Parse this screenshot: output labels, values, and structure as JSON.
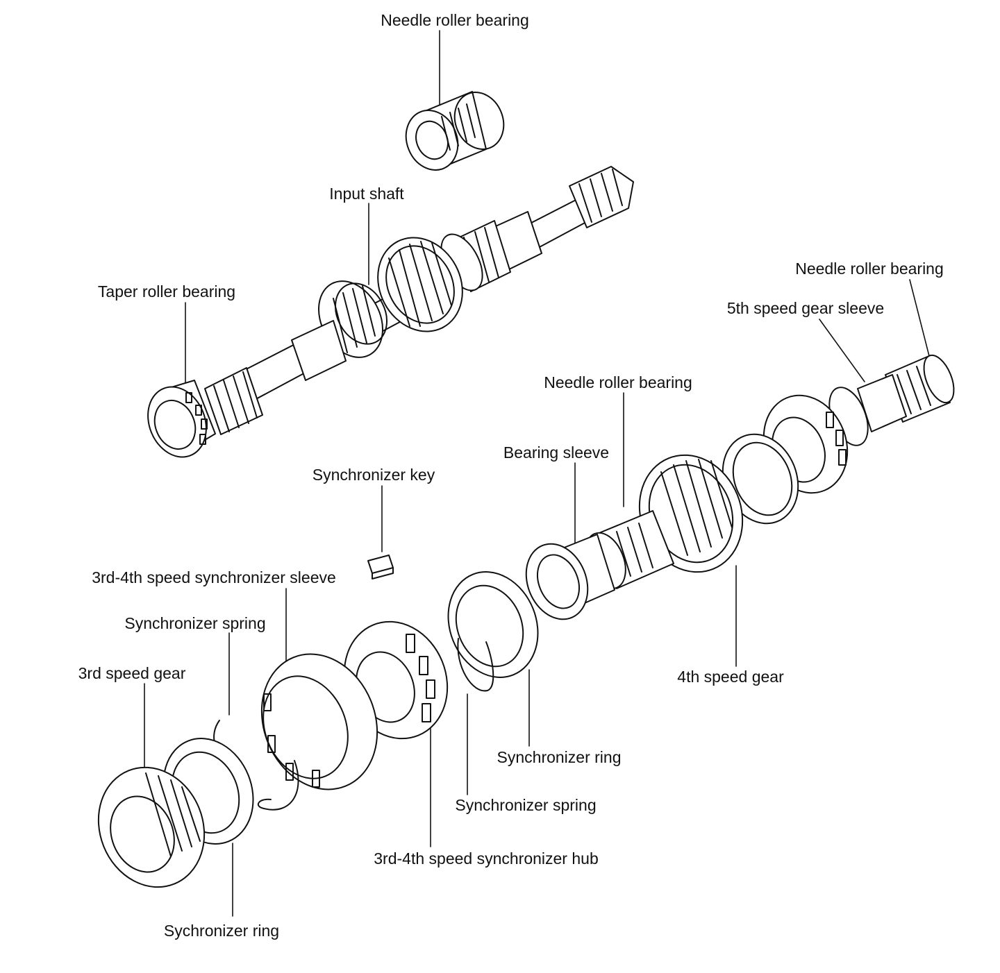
{
  "labels": {
    "needle_bearing_top": "Needle roller bearing",
    "input_shaft": "Input shaft",
    "taper_roller_bearing": "Taper roller bearing",
    "needle_bearing_right": "Needle roller bearing",
    "fifth_gear_sleeve": "5th speed gear sleeve",
    "needle_bearing_mid": "Needle roller bearing",
    "bearing_sleeve": "Bearing sleeve",
    "synchronizer_key": "Synchronizer key",
    "sync_sleeve": "3rd-4th speed synchronizer sleeve",
    "sync_spring_left": "Synchronizer spring",
    "third_gear": "3rd speed gear",
    "fourth_gear": "4th speed gear",
    "sync_ring_right": "Synchronizer ring",
    "sync_spring_right": "Synchronizer spring",
    "sync_hub": "3rd-4th speed synchronizer hub",
    "sync_ring_left": "Sychronizer ring"
  }
}
